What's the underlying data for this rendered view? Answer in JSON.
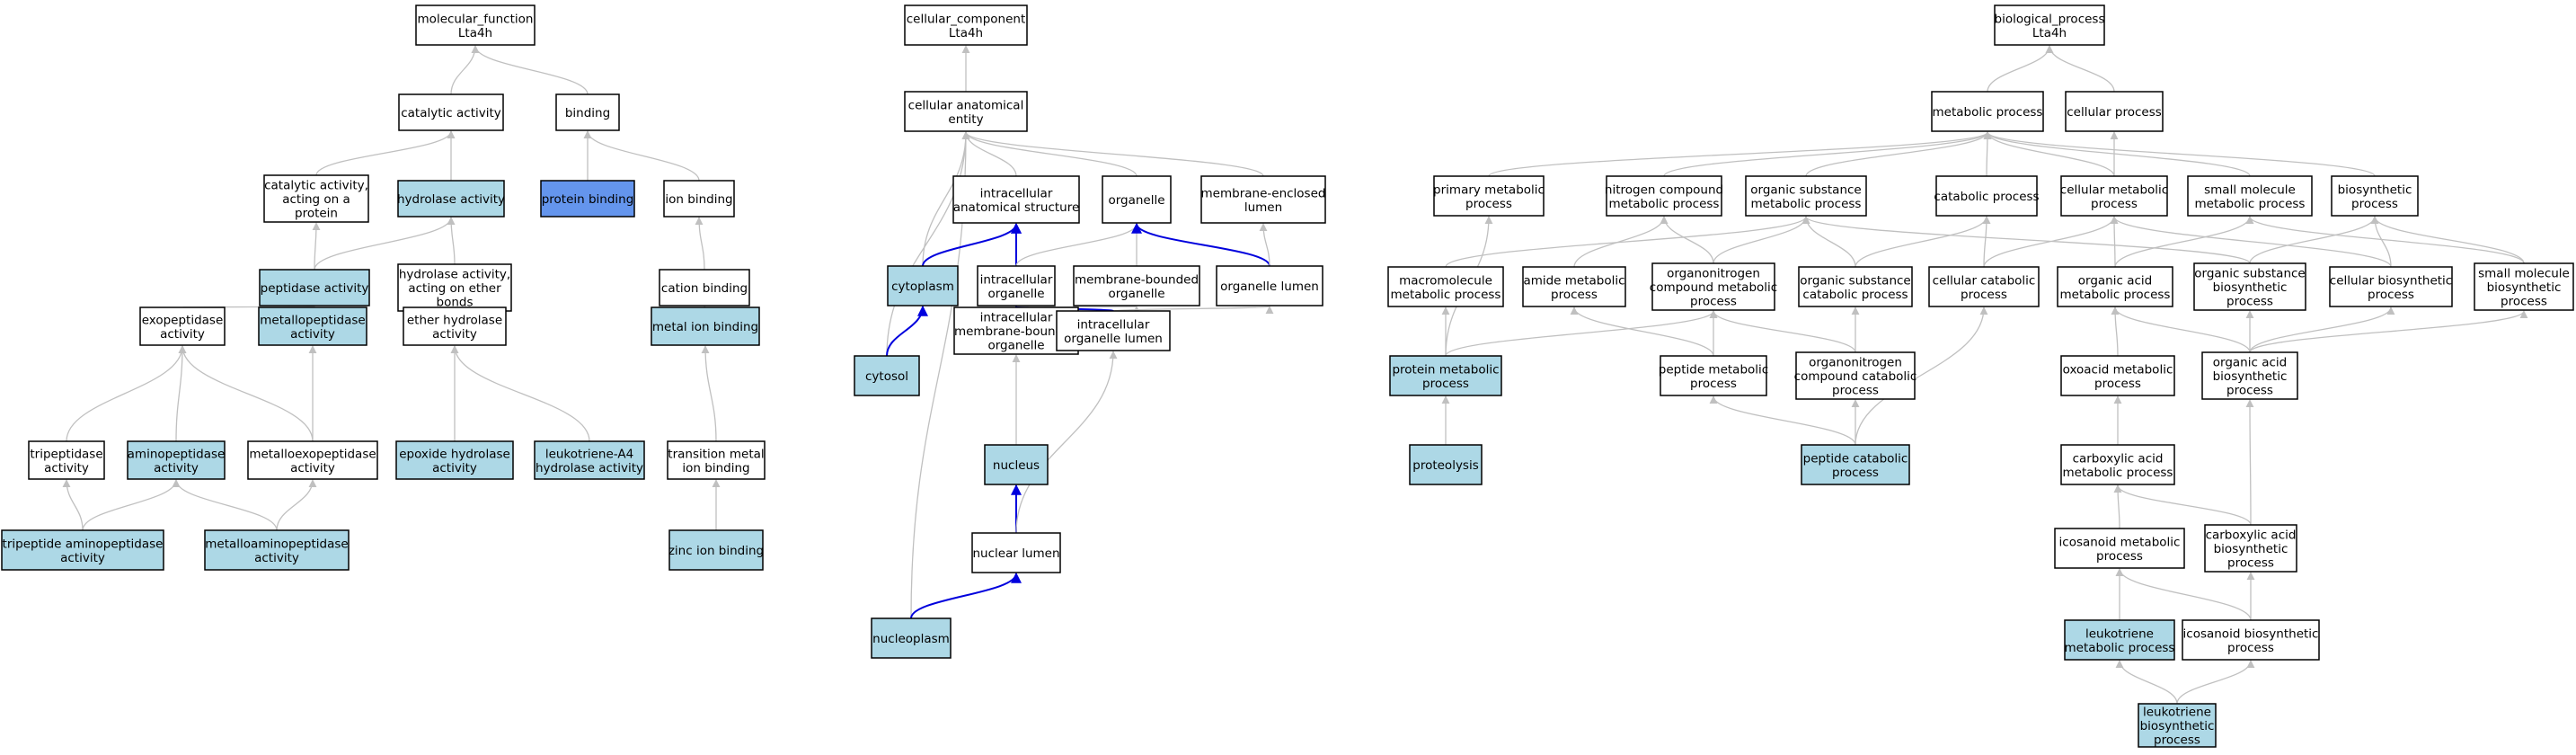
{
  "colors": {
    "plain": "#ffffff",
    "annotated": "#add8e6",
    "query": "#6495ed",
    "edge": "#c0c0c0",
    "edge_highlight": "#0000dd"
  },
  "nodes": [
    {
      "id": "mf_root",
      "lines": [
        "molecular_function",
        "Lta4h"
      ],
      "fill": "plain"
    },
    {
      "id": "catalytic",
      "lines": [
        "catalytic activity"
      ],
      "fill": "plain"
    },
    {
      "id": "binding",
      "lines": [
        "binding"
      ],
      "fill": "plain"
    },
    {
      "id": "cat_protein",
      "lines": [
        "catalytic activity,",
        "acting on a",
        "protein"
      ],
      "fill": "plain"
    },
    {
      "id": "hydrolase",
      "lines": [
        "hydrolase activity"
      ],
      "fill": "annotated"
    },
    {
      "id": "protein_binding",
      "lines": [
        "protein binding"
      ],
      "fill": "query"
    },
    {
      "id": "ion_binding",
      "lines": [
        "ion binding"
      ],
      "fill": "plain"
    },
    {
      "id": "peptidase",
      "lines": [
        "peptidase activity"
      ],
      "fill": "annotated"
    },
    {
      "id": "hydro_ether",
      "lines": [
        "hydrolase activity,",
        "acting on ether",
        "bonds"
      ],
      "fill": "plain"
    },
    {
      "id": "cation_binding",
      "lines": [
        "cation binding"
      ],
      "fill": "plain"
    },
    {
      "id": "exopeptidase",
      "lines": [
        "exopeptidase",
        "activity"
      ],
      "fill": "plain"
    },
    {
      "id": "metallopeptidase",
      "lines": [
        "metallopeptidase",
        "activity"
      ],
      "fill": "annotated"
    },
    {
      "id": "ether_hydrolase",
      "lines": [
        "ether hydrolase",
        "activity"
      ],
      "fill": "plain"
    },
    {
      "id": "metal_ion_binding",
      "lines": [
        "metal ion binding"
      ],
      "fill": "annotated"
    },
    {
      "id": "tripeptidase",
      "lines": [
        "tripeptidase",
        "activity"
      ],
      "fill": "plain"
    },
    {
      "id": "aminopeptidase",
      "lines": [
        "aminopeptidase",
        "activity"
      ],
      "fill": "annotated"
    },
    {
      "id": "metalloexopeptidase",
      "lines": [
        "metalloexopeptidase",
        "activity"
      ],
      "fill": "plain"
    },
    {
      "id": "epoxide_hydrolase",
      "lines": [
        "epoxide hydrolase",
        "activity"
      ],
      "fill": "annotated"
    },
    {
      "id": "lta4_hydrolase",
      "lines": [
        "leukotriene-A4",
        "hydrolase activity"
      ],
      "fill": "annotated"
    },
    {
      "id": "transition_metal",
      "lines": [
        "transition metal",
        "ion binding"
      ],
      "fill": "plain"
    },
    {
      "id": "tripeptide_amino",
      "lines": [
        "tripeptide aminopeptidase",
        "activity"
      ],
      "fill": "annotated"
    },
    {
      "id": "metalloamino",
      "lines": [
        "metalloaminopeptidase",
        "activity"
      ],
      "fill": "annotated"
    },
    {
      "id": "zinc_ion_binding",
      "lines": [
        "zinc ion binding"
      ],
      "fill": "annotated"
    },
    {
      "id": "cc_root",
      "lines": [
        "cellular_component",
        "Lta4h"
      ],
      "fill": "plain"
    },
    {
      "id": "cell_anat",
      "lines": [
        "cellular anatomical",
        "entity"
      ],
      "fill": "plain"
    },
    {
      "id": "intra_anat",
      "lines": [
        "intracellular",
        "anatomical structure"
      ],
      "fill": "plain"
    },
    {
      "id": "organelle",
      "lines": [
        "organelle"
      ],
      "fill": "plain"
    },
    {
      "id": "mem_encl_lumen",
      "lines": [
        "membrane-enclosed",
        "lumen"
      ],
      "fill": "plain"
    },
    {
      "id": "cytoplasm",
      "lines": [
        "cytoplasm"
      ],
      "fill": "annotated"
    },
    {
      "id": "intra_organelle",
      "lines": [
        "intracellular",
        "organelle"
      ],
      "fill": "plain"
    },
    {
      "id": "mem_bound_org",
      "lines": [
        "membrane-bounded",
        "organelle"
      ],
      "fill": "plain"
    },
    {
      "id": "organelle_lumen",
      "lines": [
        "organelle lumen"
      ],
      "fill": "plain"
    },
    {
      "id": "cytosol",
      "lines": [
        "cytosol"
      ],
      "fill": "annotated"
    },
    {
      "id": "intra_mem_bound",
      "lines": [
        "intracellular",
        "membrane-bounded",
        "organelle"
      ],
      "fill": "plain"
    },
    {
      "id": "intra_org_lumen",
      "lines": [
        "intracellular",
        "organelle lumen"
      ],
      "fill": "plain"
    },
    {
      "id": "nucleus",
      "lines": [
        "nucleus"
      ],
      "fill": "annotated"
    },
    {
      "id": "nuclear_lumen",
      "lines": [
        "nuclear lumen"
      ],
      "fill": "plain"
    },
    {
      "id": "nucleoplasm",
      "lines": [
        "nucleoplasm"
      ],
      "fill": "annotated"
    },
    {
      "id": "bp_root",
      "lines": [
        "biological_process",
        "Lta4h"
      ],
      "fill": "plain"
    },
    {
      "id": "metabolic",
      "lines": [
        "metabolic process"
      ],
      "fill": "plain"
    },
    {
      "id": "cellular_proc",
      "lines": [
        "cellular process"
      ],
      "fill": "plain"
    },
    {
      "id": "primary_met",
      "lines": [
        "primary metabolic",
        "process"
      ],
      "fill": "plain"
    },
    {
      "id": "nitrogen_met",
      "lines": [
        "nitrogen compound",
        "metabolic process"
      ],
      "fill": "plain"
    },
    {
      "id": "org_sub_met",
      "lines": [
        "organic substance",
        "metabolic process"
      ],
      "fill": "plain"
    },
    {
      "id": "catabolic",
      "lines": [
        "catabolic process"
      ],
      "fill": "plain"
    },
    {
      "id": "cell_met",
      "lines": [
        "cellular metabolic",
        "process"
      ],
      "fill": "plain"
    },
    {
      "id": "small_mol_met",
      "lines": [
        "small molecule",
        "metabolic process"
      ],
      "fill": "plain"
    },
    {
      "id": "biosynthetic",
      "lines": [
        "biosynthetic",
        "process"
      ],
      "fill": "plain"
    },
    {
      "id": "macromol_met",
      "lines": [
        "macromolecule",
        "metabolic process"
      ],
      "fill": "plain"
    },
    {
      "id": "amide_met",
      "lines": [
        "amide metabolic",
        "process"
      ],
      "fill": "plain"
    },
    {
      "id": "orgN_met",
      "lines": [
        "organonitrogen",
        "compound metabolic",
        "process"
      ],
      "fill": "plain"
    },
    {
      "id": "org_sub_cat",
      "lines": [
        "organic substance",
        "catabolic process"
      ],
      "fill": "plain"
    },
    {
      "id": "cell_cat",
      "lines": [
        "cellular catabolic",
        "process"
      ],
      "fill": "plain"
    },
    {
      "id": "org_acid_met",
      "lines": [
        "organic acid",
        "metabolic process"
      ],
      "fill": "plain"
    },
    {
      "id": "org_sub_bio",
      "lines": [
        "organic substance",
        "biosynthetic",
        "process"
      ],
      "fill": "plain"
    },
    {
      "id": "cell_bio",
      "lines": [
        "cellular biosynthetic",
        "process"
      ],
      "fill": "plain"
    },
    {
      "id": "small_mol_bio",
      "lines": [
        "small molecule",
        "biosynthetic",
        "process"
      ],
      "fill": "plain"
    },
    {
      "id": "protein_met",
      "lines": [
        "protein metabolic",
        "process"
      ],
      "fill": "annotated"
    },
    {
      "id": "peptide_met",
      "lines": [
        "peptide metabolic",
        "process"
      ],
      "fill": "plain"
    },
    {
      "id": "orgN_cat",
      "lines": [
        "organonitrogen",
        "compound catabolic",
        "process"
      ],
      "fill": "plain"
    },
    {
      "id": "oxoacid_met",
      "lines": [
        "oxoacid metabolic",
        "process"
      ],
      "fill": "plain"
    },
    {
      "id": "org_acid_bio",
      "lines": [
        "organic acid",
        "biosynthetic",
        "process"
      ],
      "fill": "plain"
    },
    {
      "id": "proteolysis",
      "lines": [
        "proteolysis"
      ],
      "fill": "annotated"
    },
    {
      "id": "peptide_cat",
      "lines": [
        "peptide catabolic",
        "process"
      ],
      "fill": "annotated"
    },
    {
      "id": "carbox_met",
      "lines": [
        "carboxylic acid",
        "metabolic process"
      ],
      "fill": "plain"
    },
    {
      "id": "icosanoid_met",
      "lines": [
        "icosanoid metabolic",
        "process"
      ],
      "fill": "plain"
    },
    {
      "id": "carbox_bio",
      "lines": [
        "carboxylic acid",
        "biosynthetic",
        "process"
      ],
      "fill": "plain"
    },
    {
      "id": "lt_met",
      "lines": [
        "leukotriene",
        "metabolic process"
      ],
      "fill": "annotated"
    },
    {
      "id": "icosanoid_bio",
      "lines": [
        "icosanoid biosynthetic",
        "process"
      ],
      "fill": "plain"
    },
    {
      "id": "lt_bio",
      "lines": [
        "leukotriene",
        "biosynthetic",
        "process"
      ],
      "fill": "annotated"
    }
  ],
  "edges": [
    [
      "catalytic",
      "mf_root"
    ],
    [
      "binding",
      "mf_root"
    ],
    [
      "cat_protein",
      "catalytic"
    ],
    [
      "hydrolase",
      "catalytic"
    ],
    [
      "protein_binding",
      "binding"
    ],
    [
      "ion_binding",
      "binding"
    ],
    [
      "peptidase",
      "cat_protein"
    ],
    [
      "peptidase",
      "hydrolase"
    ],
    [
      "hydro_ether",
      "hydrolase"
    ],
    [
      "cation_binding",
      "ion_binding"
    ],
    [
      "exopeptidase",
      "peptidase"
    ],
    [
      "metallopeptidase",
      "peptidase"
    ],
    [
      "ether_hydrolase",
      "hydro_ether"
    ],
    [
      "metal_ion_binding",
      "cation_binding"
    ],
    [
      "tripeptidase",
      "exopeptidase"
    ],
    [
      "aminopeptidase",
      "exopeptidase"
    ],
    [
      "metalloexopeptidase",
      "exopeptidase"
    ],
    [
      "metalloexopeptidase",
      "metallopeptidase"
    ],
    [
      "epoxide_hydrolase",
      "ether_hydrolase"
    ],
    [
      "lta4_hydrolase",
      "ether_hydrolase"
    ],
    [
      "transition_metal",
      "metal_ion_binding"
    ],
    [
      "tripeptide_amino",
      "tripeptidase"
    ],
    [
      "tripeptide_amino",
      "aminopeptidase"
    ],
    [
      "metalloamino",
      "aminopeptidase"
    ],
    [
      "metalloamino",
      "metalloexopeptidase"
    ],
    [
      "zinc_ion_binding",
      "transition_metal"
    ],
    [
      "cell_anat",
      "cc_root"
    ],
    [
      "intra_anat",
      "cell_anat"
    ],
    [
      "organelle",
      "cell_anat"
    ],
    [
      "mem_encl_lumen",
      "cell_anat"
    ],
    [
      "cytoplasm",
      "cell_anat"
    ],
    [
      "cytosol",
      "cell_anat"
    ],
    [
      "nucleoplasm",
      "cell_anat"
    ],
    [
      "cytoplasm",
      "intra_anat",
      "hi"
    ],
    [
      "intra_organelle",
      "intra_anat",
      "hi"
    ],
    [
      "intra_organelle",
      "organelle"
    ],
    [
      "mem_bound_org",
      "organelle"
    ],
    [
      "organelle_lumen",
      "organelle",
      "hi"
    ],
    [
      "organelle_lumen",
      "mem_encl_lumen"
    ],
    [
      "cytosol",
      "cytoplasm",
      "hi"
    ],
    [
      "intra_mem_bound",
      "intra_organelle"
    ],
    [
      "intra_mem_bound",
      "mem_bound_org"
    ],
    [
      "intra_org_lumen",
      "intra_organelle",
      "hi"
    ],
    [
      "intra_org_lumen",
      "organelle_lumen"
    ],
    [
      "nucleus",
      "intra_mem_bound"
    ],
    [
      "nuclear_lumen",
      "nucleus",
      "hi"
    ],
    [
      "nuclear_lumen",
      "intra_org_lumen"
    ],
    [
      "nucleoplasm",
      "nuclear_lumen",
      "hi"
    ],
    [
      "metabolic",
      "bp_root"
    ],
    [
      "cellular_proc",
      "bp_root"
    ],
    [
      "primary_met",
      "metabolic"
    ],
    [
      "nitrogen_met",
      "metabolic"
    ],
    [
      "org_sub_met",
      "metabolic"
    ],
    [
      "catabolic",
      "metabolic"
    ],
    [
      "cell_met",
      "metabolic"
    ],
    [
      "small_mol_met",
      "metabolic"
    ],
    [
      "biosynthetic",
      "metabolic"
    ],
    [
      "cell_met",
      "cellular_proc"
    ],
    [
      "protein_met",
      "primary_met"
    ],
    [
      "macromol_met",
      "org_sub_met"
    ],
    [
      "amide_met",
      "nitrogen_met"
    ],
    [
      "orgN_met",
      "nitrogen_met"
    ],
    [
      "orgN_met",
      "org_sub_met"
    ],
    [
      "org_sub_cat",
      "org_sub_met"
    ],
    [
      "org_sub_cat",
      "catabolic"
    ],
    [
      "cell_cat",
      "catabolic"
    ],
    [
      "cell_cat",
      "cell_met"
    ],
    [
      "org_acid_met",
      "cell_met"
    ],
    [
      "org_acid_met",
      "small_mol_met"
    ],
    [
      "org_sub_bio",
      "org_sub_met"
    ],
    [
      "org_sub_bio",
      "biosynthetic"
    ],
    [
      "cell_bio",
      "cell_met"
    ],
    [
      "cell_bio",
      "biosynthetic"
    ],
    [
      "small_mol_bio",
      "small_mol_met"
    ],
    [
      "small_mol_bio",
      "biosynthetic"
    ],
    [
      "protein_met",
      "macromol_met"
    ],
    [
      "protein_met",
      "orgN_met"
    ],
    [
      "peptide_met",
      "amide_met"
    ],
    [
      "peptide_met",
      "orgN_met"
    ],
    [
      "orgN_cat",
      "orgN_met"
    ],
    [
      "orgN_cat",
      "org_sub_cat"
    ],
    [
      "oxoacid_met",
      "org_acid_met"
    ],
    [
      "org_acid_bio",
      "org_acid_met"
    ],
    [
      "org_acid_bio",
      "org_sub_bio"
    ],
    [
      "org_acid_bio",
      "cell_bio"
    ],
    [
      "org_acid_bio",
      "small_mol_bio"
    ],
    [
      "proteolysis",
      "protein_met"
    ],
    [
      "peptide_cat",
      "peptide_met"
    ],
    [
      "peptide_cat",
      "orgN_cat"
    ],
    [
      "peptide_cat",
      "cell_cat"
    ],
    [
      "carbox_met",
      "oxoacid_met"
    ],
    [
      "icosanoid_met",
      "carbox_met"
    ],
    [
      "carbox_bio",
      "carbox_met"
    ],
    [
      "carbox_bio",
      "org_acid_bio"
    ],
    [
      "lt_met",
      "icosanoid_met"
    ],
    [
      "icosanoid_bio",
      "icosanoid_met"
    ],
    [
      "icosanoid_bio",
      "carbox_bio"
    ],
    [
      "lt_bio",
      "lt_met"
    ],
    [
      "lt_bio",
      "icosanoid_bio"
    ]
  ]
}
